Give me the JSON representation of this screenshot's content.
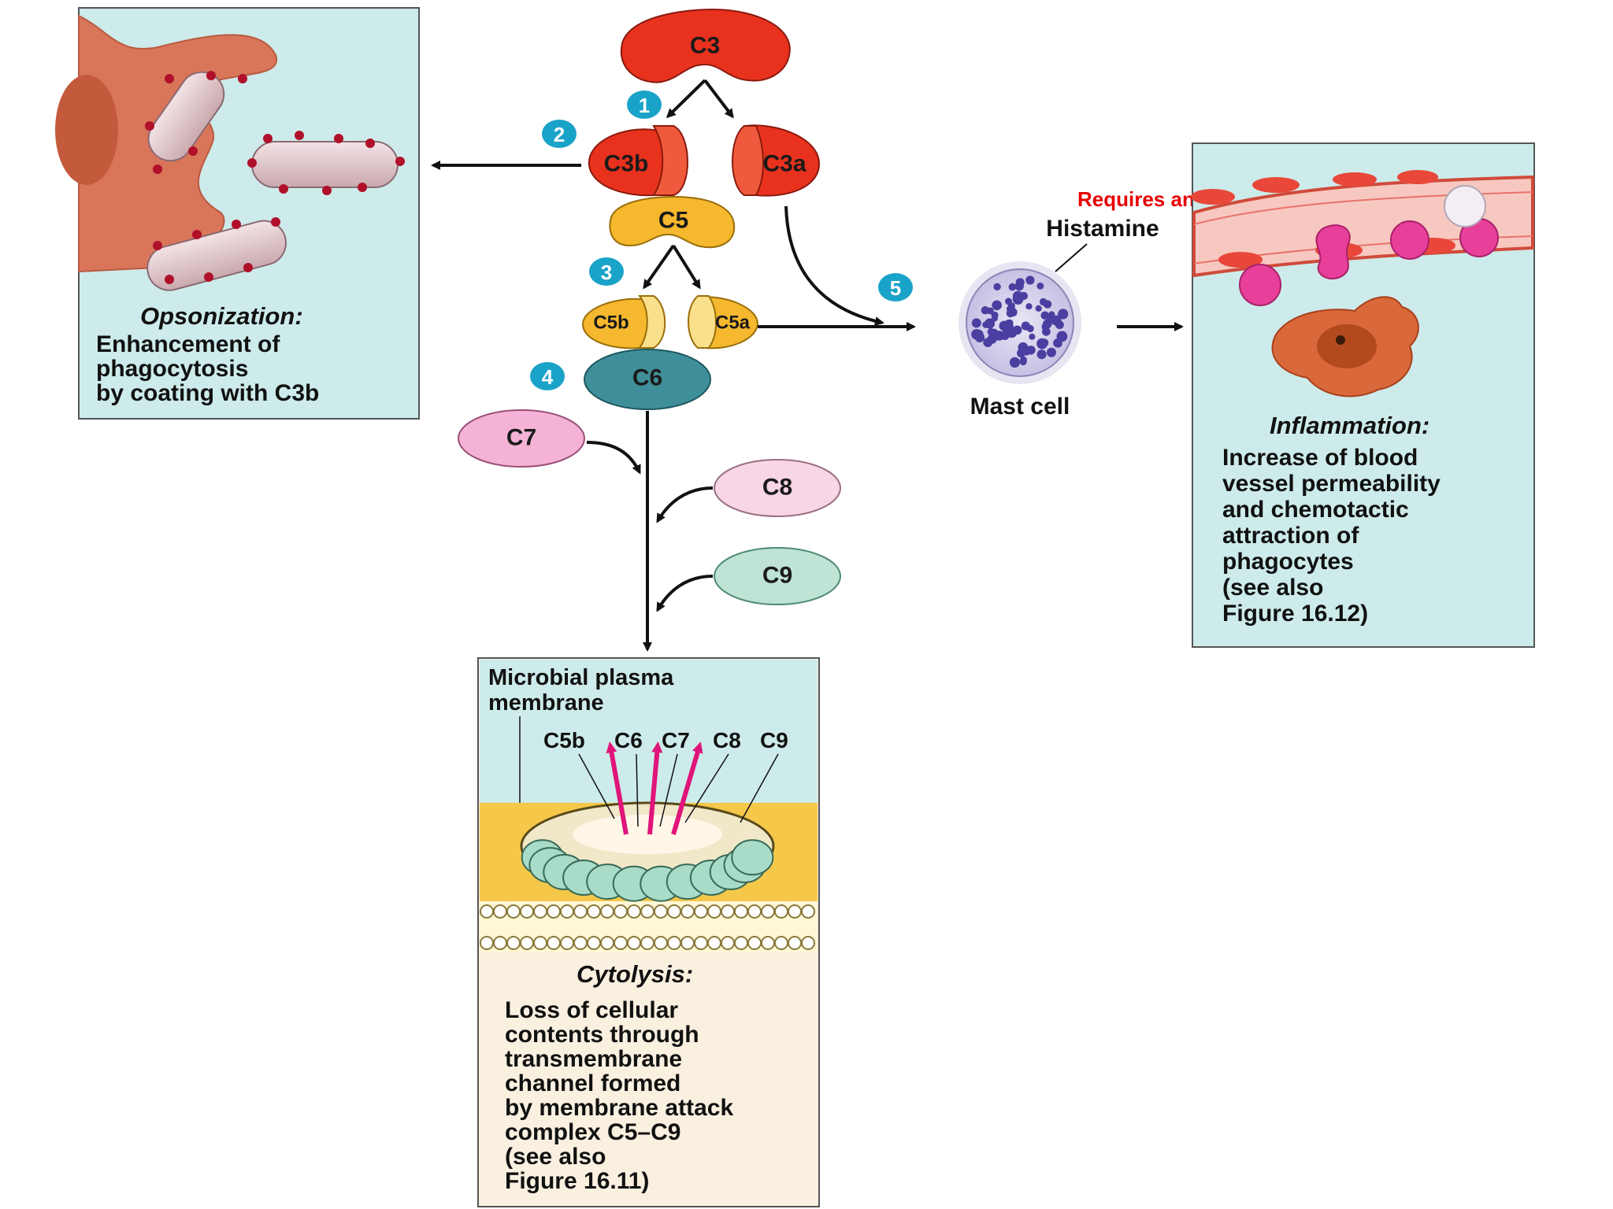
{
  "annotation": {
    "note": "Requires antibodies"
  },
  "proteins": {
    "c3": "C3",
    "c3b": "C3b",
    "c3a": "C3a",
    "c5": "C5",
    "c5b": "C5b",
    "c5a": "C5a",
    "c6": "C6",
    "c7": "C7",
    "c8": "C8",
    "c9": "C9"
  },
  "steps": [
    "1",
    "2",
    "3",
    "4",
    "5"
  ],
  "mast_cell": {
    "label": "Mast cell",
    "histamine": "Histamine"
  },
  "opsonization": {
    "title": "Opsonization:",
    "lines": [
      "Enhancement of",
      "phagocytosis",
      "by coating with C3b"
    ]
  },
  "inflammation": {
    "title": "Inflammation:",
    "lines": [
      "Increase of blood",
      "vessel permeability",
      "and chemotactic",
      "attraction of",
      "phagocytes",
      "(see also",
      "Figure 16.12)"
    ]
  },
  "cytolysis": {
    "membrane_label": [
      "Microbial plasma",
      "membrane"
    ],
    "complex_labels": [
      "C5b",
      "C6",
      "C7",
      "C8",
      "C9"
    ],
    "title": "Cytolysis:",
    "lines": [
      "Loss of cellular",
      "contents through",
      "transmembrane",
      "channel formed",
      "by membrane attack",
      "complex C5–C9",
      "(see also",
      "Figure 16.11)"
    ]
  },
  "colors": {
    "c3": "#e8321e",
    "c5": "#f5b82e",
    "c6": "#3f8f9a",
    "c7": "#f4b3d6",
    "c8": "#f8d6e6",
    "c9": "#bfe3d4",
    "step_badge": "#1aa3c9",
    "panel_bg": "#cdebea",
    "annotation": "#e60000"
  }
}
